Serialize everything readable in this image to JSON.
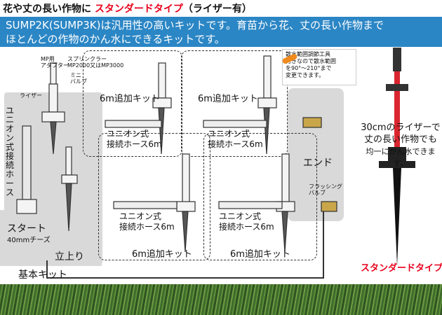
{
  "title": {
    "prefix": "花や丈の長い作物に",
    "type_name": "スタンダードタイプ",
    "suffix": "（ライザー有）"
  },
  "banner": {
    "line1": "SUMP2K(SUMP3K)は汎用性の高いキットです。育苗から花、丈の長い作物まで",
    "line2": "ほとんどの作物のかん水にできるキットです。"
  },
  "parts": {
    "mp_adapter": "MP用\nアダプター",
    "sprinkler": "スプリンクラー\nMP2000又はMP3000",
    "mini_valve": "ミニ\nバルブ",
    "riser": "ライザー",
    "union_hose_vertical": "ユニオン式\n接続ホース",
    "start": "スタート",
    "cheese": "40mmチーズ",
    "standing": "立上り",
    "basic_kit": "基本キット",
    "end": "エンド",
    "flushing_valve": "フラッシング\nバルブ"
  },
  "kits": {
    "add_kit_label": "6m追加キット",
    "union_hose_6m": "ユニオン式\n接続ホース6m"
  },
  "callout": {
    "text": "散水範囲調節工具\n付きなので散水範囲\nを90°～210°まで\n変更できます。"
  },
  "right_note": {
    "line1": "30cmのライザーで",
    "line2": "丈の長い作物でも",
    "line3": "均一にかん水できます。",
    "product_label": "スタンダードタイプ"
  },
  "colors": {
    "accent_red": "#e8001c",
    "banner_blue": "#2b86c5",
    "panel_gray": "#d9d9d9",
    "riser_red": "#d9262f"
  }
}
